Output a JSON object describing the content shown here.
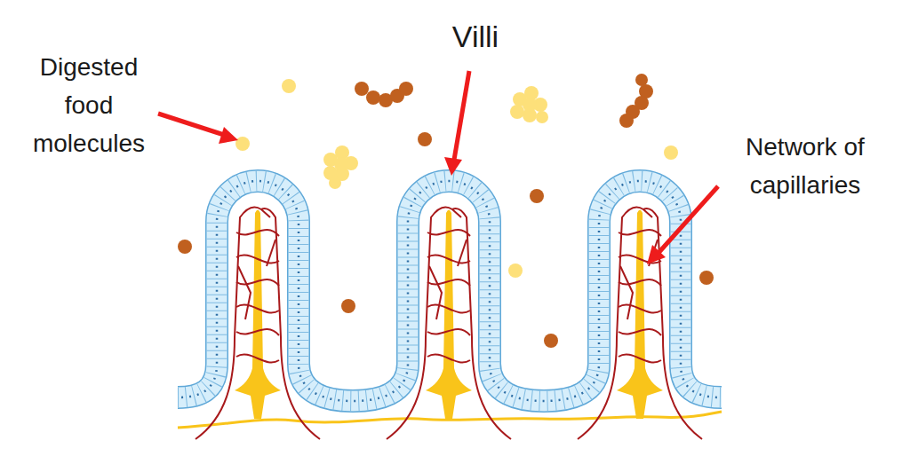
{
  "diagram": {
    "labels": [
      "Digested food molecules",
      "Villi",
      "Network of capillaries"
    ]
  }
}
